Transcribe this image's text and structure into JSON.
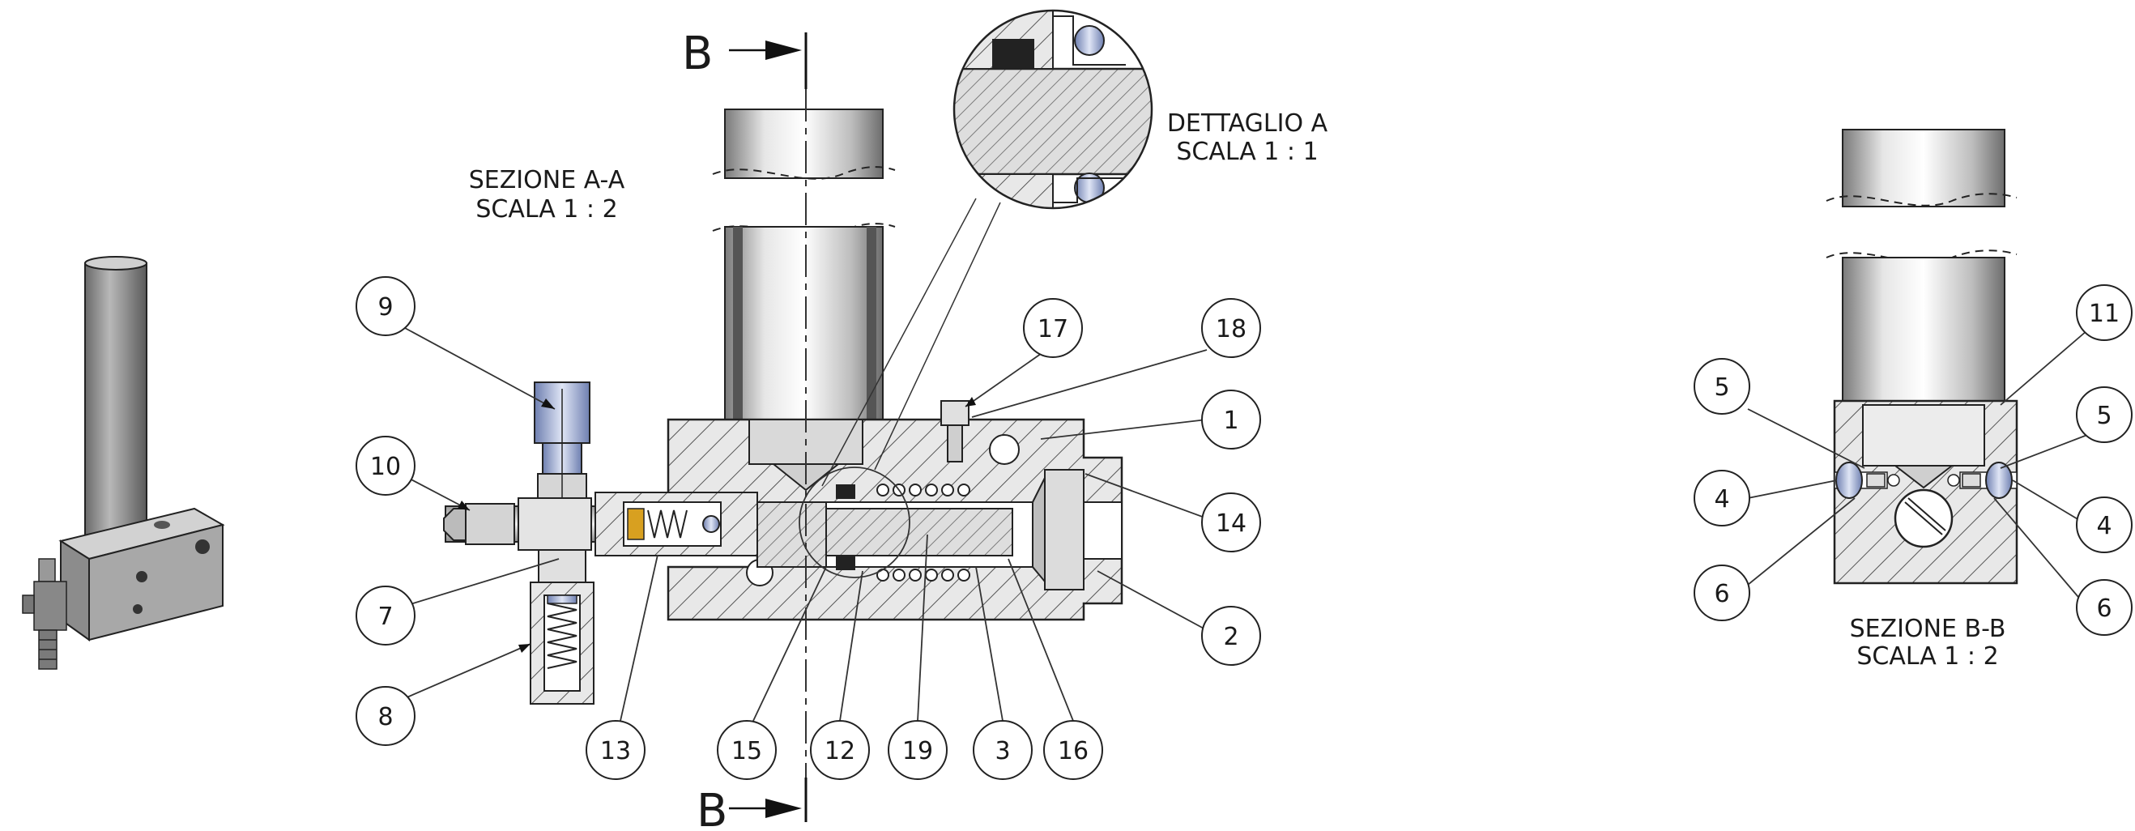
{
  "titles": {
    "section_aa": "SEZIONE A-A",
    "section_aa_scale": "SCALA 1 : 2",
    "detail_a": "DETTAGLIO A",
    "detail_a_scale": "SCALA 1 : 1",
    "section_bb": "SEZIONE B-B",
    "section_bb_scale": "SCALA 1 : 2"
  },
  "section_marks": {
    "top": "B",
    "bottom": "B"
  },
  "balloons": [
    {
      "id": "9",
      "label": "9"
    },
    {
      "id": "10",
      "label": "10"
    },
    {
      "id": "7",
      "label": "7"
    },
    {
      "id": "8",
      "label": "8"
    },
    {
      "id": "13",
      "label": "13"
    },
    {
      "id": "15",
      "label": "15"
    },
    {
      "id": "12",
      "label": "12"
    },
    {
      "id": "19",
      "label": "19"
    },
    {
      "id": "3",
      "label": "3"
    },
    {
      "id": "16",
      "label": "16"
    },
    {
      "id": "17",
      "label": "17"
    },
    {
      "id": "18",
      "label": "18"
    },
    {
      "id": "1",
      "label": "1"
    },
    {
      "id": "14",
      "label": "14"
    },
    {
      "id": "2",
      "label": "2"
    },
    {
      "id": "11",
      "label": "11"
    },
    {
      "id": "5L",
      "label": "5"
    },
    {
      "id": "4L",
      "label": "4"
    },
    {
      "id": "6L",
      "label": "6"
    },
    {
      "id": "5R",
      "label": "5"
    },
    {
      "id": "4R",
      "label": "4"
    },
    {
      "id": "6R",
      "label": "6"
    }
  ],
  "colors": {
    "line": "#1a1a1a",
    "hatch": "#555555",
    "steel": "#c9c9c9",
    "steel_dark": "#8a8a8a",
    "blue_part": "#a9b6d8",
    "brass": "#d8a020",
    "seal": "#222222"
  }
}
